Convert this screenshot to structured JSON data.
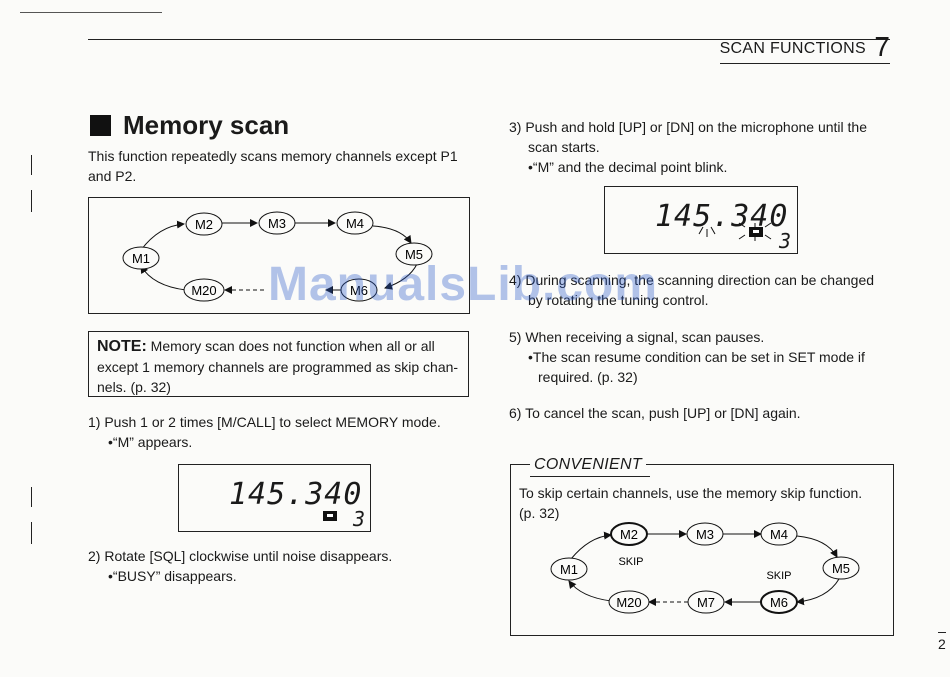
{
  "header": {
    "title": "SCAN FUNCTIONS",
    "chapter": "7"
  },
  "section": {
    "title": "Memory scan"
  },
  "intro": {
    "line1": "This function repeatedly scans memory channels except P1",
    "line2": "and P2."
  },
  "diagram1": {
    "nodes": {
      "m1": "M1",
      "m2": "M2",
      "m3": "M3",
      "m4": "M4",
      "m5": "M5",
      "m6": "M6",
      "m20": "M20"
    }
  },
  "note": {
    "label": "NOTE:",
    "line1": "Memory scan does not function when all or all",
    "line2": "except 1 memory channels are programmed as skip chan-",
    "line3": "nels. (p. 32)"
  },
  "step1": {
    "text": "1) Push 1 or 2 times [M/CALL] to select MEMORY mode.",
    "bullet": "•“M” appears."
  },
  "display1": {
    "freq": "145.340",
    "channel": "3"
  },
  "step2": {
    "text": "2) Rotate [SQL] clockwise until noise disappears.",
    "bullet": "•“BUSY” disappears."
  },
  "step3": {
    "line1": "3) Push and hold [UP] or [DN] on the microphone until the",
    "line2": "scan starts.",
    "bullet": "•“M” and the decimal point blink."
  },
  "display2": {
    "freq": "145.340",
    "channel": "3"
  },
  "step4": {
    "line1": "4) During scanning, the scanning direction can be changed",
    "line2": "by rotating the tuning control."
  },
  "step5": {
    "text": "5) When receiving a signal, scan pauses.",
    "bullet1": "•The scan resume condition can be set in SET mode if",
    "bullet2": "required. (p. 32)"
  },
  "step6": {
    "text": "6) To cancel the scan, push [UP] or [DN] again."
  },
  "convenient": {
    "label": "CONVENIENT",
    "line1": "To skip certain channels, use the memory skip function.",
    "line2": "(p. 32)",
    "nodes": {
      "m1": "M1",
      "m2": "M2",
      "m3": "M3",
      "m4": "M4",
      "m5": "M5",
      "m6": "M6",
      "m7": "M7",
      "m20": "M20"
    },
    "skip": "SKIP"
  },
  "watermark": "ManualsLib.com",
  "page_number": "2"
}
